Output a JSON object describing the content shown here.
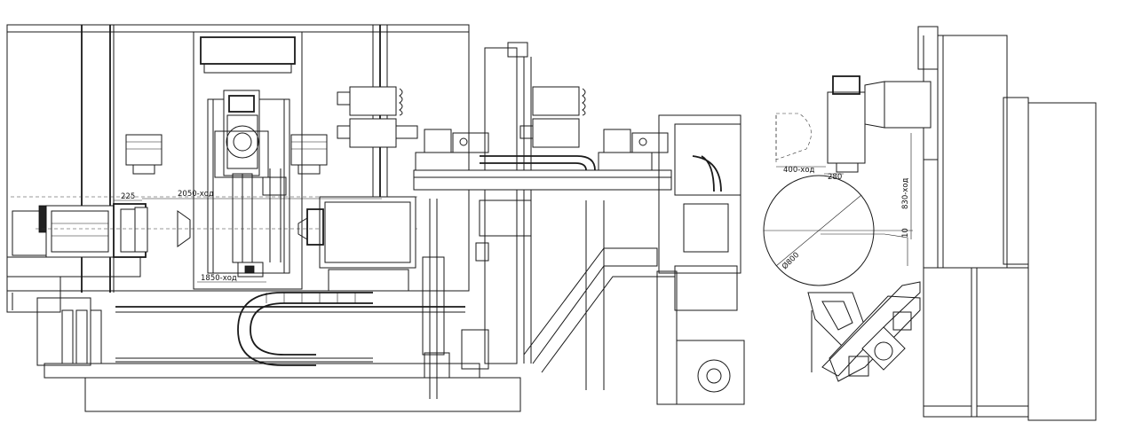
{
  "dimensions": {
    "d225": "225",
    "travel_2050": "2050-ход",
    "travel_1850": "1850-ход",
    "travel_400": "400-ход",
    "d280": "280",
    "travel_830": "830-ход",
    "d10": "10",
    "dia_800": "Ø800"
  }
}
